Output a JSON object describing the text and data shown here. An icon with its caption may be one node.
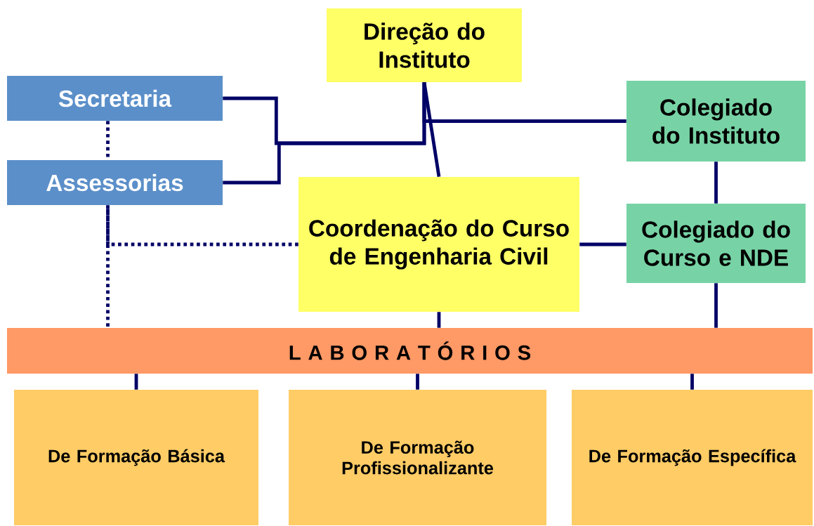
{
  "diagram": {
    "nodes": [
      {
        "text": [
          "Direção do Instituto"
        ]
      },
      {
        "text": [
          "Secretaria"
        ]
      },
      {
        "text": [
          "Colegiado do Instituto"
        ]
      },
      {
        "text": [
          "Assessorias"
        ]
      },
      {
        "text": [
          "Coordenação do Curso de Engenharia Civil"
        ]
      },
      {
        "text": [
          "Colegiado do Curso e NDE"
        ]
      },
      {
        "text": [
          "L A B O R A T Ó R I O S"
        ]
      },
      {
        "text": [
          "De Formação Básica"
        ]
      },
      {
        "text": [
          "De Formação Profissionalizante"
        ]
      },
      {
        "text": [
          "De Formação Específica"
        ]
      }
    ],
    "edges": [
      {
        "from": 0,
        "to": 4,
        "arrow": "none"
      },
      {
        "from": 0,
        "to": 2,
        "arrow": "none"
      },
      {
        "from": 1,
        "to": 0,
        "arrow": "none"
      },
      {
        "from": 3,
        "to": 0,
        "arrow": "none"
      },
      {
        "from": 1,
        "to": 3,
        "arrow": "none",
        "style": "dashed"
      },
      {
        "from": 3,
        "to": 6,
        "arrow": "none",
        "style": "dashed"
      },
      {
        "from": 4,
        "to": 3,
        "arrow": "none",
        "style": "dashed"
      },
      {
        "from": 4,
        "to": 5,
        "arrow": "none"
      },
      {
        "from": 2,
        "to": 5,
        "arrow": "none"
      },
      {
        "from": 4,
        "to": 6,
        "arrow": "none"
      },
      {
        "from": 5,
        "to": 6,
        "arrow": "none"
      },
      {
        "from": 6,
        "to": 7,
        "arrow": "none"
      },
      {
        "from": 6,
        "to": 8,
        "arrow": "none"
      },
      {
        "from": 6,
        "to": 9,
        "arrow": "none"
      }
    ]
  }
}
